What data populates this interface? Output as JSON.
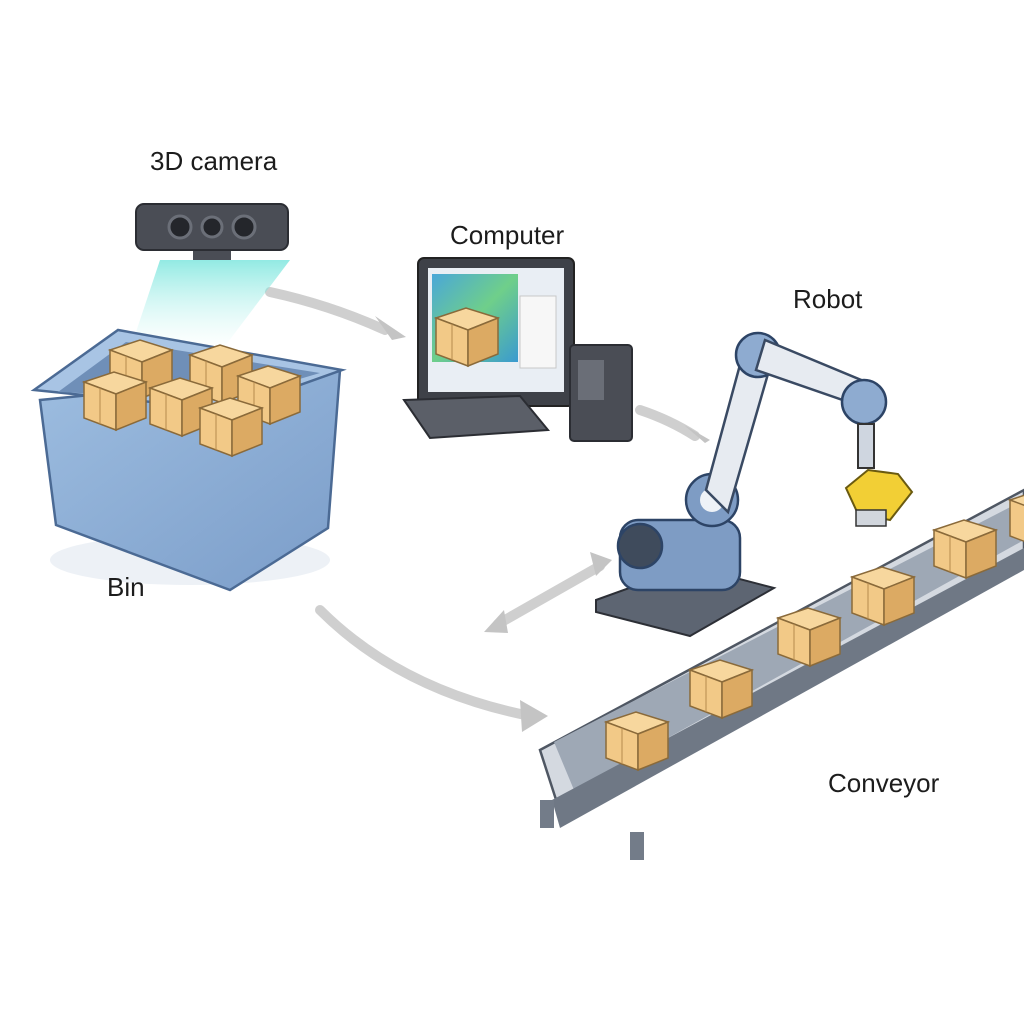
{
  "labels": {
    "camera": "3D camera",
    "computer": "Computer",
    "robot": "Robot",
    "bin": "Bin",
    "conveyor": "Conveyor"
  },
  "colors": {
    "box_fill": "#f2c987",
    "box_side": "#dcaa63",
    "bin_blue": "#8fb0d6",
    "robot_blue": "#7e9cc4",
    "gripper_yellow": "#f2cf35",
    "arrow_gray": "#c9c9c9",
    "camera_dark": "#3e4148",
    "beam_cyan": "#7fe6dd"
  },
  "icons": [
    "3d-camera-icon",
    "computer-icon",
    "robot-arm-icon",
    "bin-icon",
    "conveyor-icon",
    "flow-arrow-icon"
  ]
}
